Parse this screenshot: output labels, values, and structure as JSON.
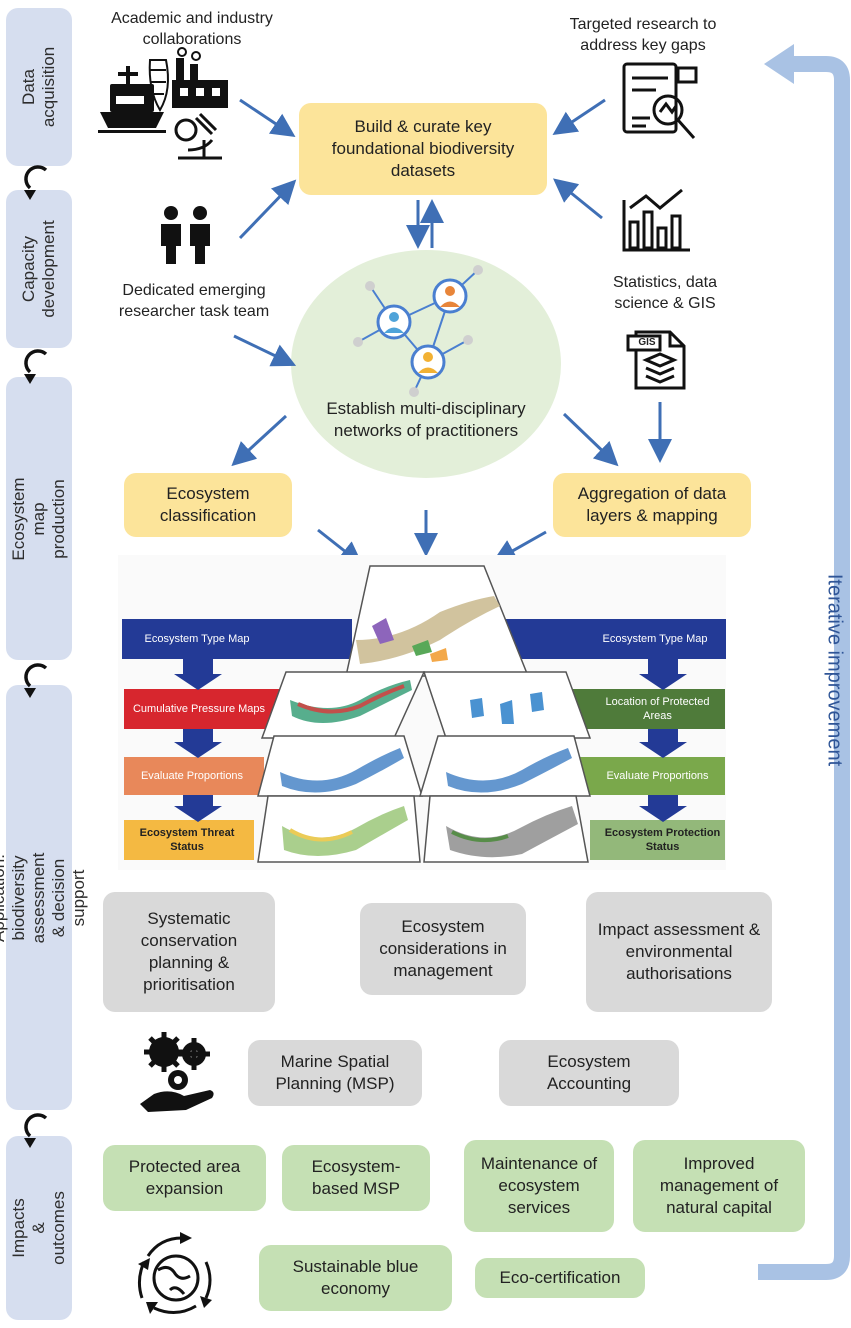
{
  "phases": [
    {
      "id": "data-acquisition",
      "text": "Data\nacquisition"
    },
    {
      "id": "capacity-development",
      "text": "Capacity\ndevelopment"
    },
    {
      "id": "ecosystem-map-production",
      "text": "Ecosystem map\nproduction"
    },
    {
      "id": "application",
      "text": "Application: biodiversity assessment\n& decision support"
    },
    {
      "id": "impacts",
      "text": "Impacts\n& outcomes"
    }
  ],
  "labels": {
    "collaborations": "Academic and industry collaborations",
    "targeted_research": "Targeted research to address key gaps",
    "researcher_team": "Dedicated emerging researcher task team",
    "statistics": "Statistics, data science & GIS",
    "gis_icon_text": "GIS",
    "networks": "Establish multi-disciplinary networks of practitioners",
    "iterative": "Iterative improvement"
  },
  "boxes": {
    "foundational": "Build & curate key foundational biodiversity datasets",
    "classification": "Ecosystem classification",
    "aggregation": "Aggregation of data layers & mapping"
  },
  "map_flow": {
    "left": [
      "Ecosystem Type Map",
      "Cumulative Pressure Maps",
      "Evaluate Proportions",
      "Ecosystem Threat Status"
    ],
    "right": [
      "Ecosystem Type Map",
      "Location of Protected Areas",
      "Evaluate Proportions",
      "Ecosystem Protection Status"
    ],
    "colors": {
      "navy": "#233a96",
      "red": "#d7262e",
      "orange": "#e8885a",
      "gold": "#f4b942",
      "darkgreen": "#4f7b3a",
      "midgreen": "#7aa84b",
      "lightgreen": "#93b87a"
    }
  },
  "applications": {
    "row1": [
      "Systematic conservation planning & prioritisation",
      "Ecosystem considerations in management",
      "Impact assessment & environmental authorisations"
    ],
    "row2": [
      "Marine Spatial Planning (MSP)",
      "Ecosystem Accounting"
    ]
  },
  "impacts": {
    "row1": [
      "Protected area expansion",
      "Ecosystem-based MSP",
      "Maintenance of ecosystem services",
      "Improved management of natural capital"
    ],
    "row2": [
      "Sustainable blue economy",
      "Eco-certification"
    ]
  },
  "icons": [
    "ship-icon",
    "factory-icon",
    "microscope-icon",
    "fishing-net-icon",
    "researchers-icon",
    "report-analysis-icon",
    "bar-chart-icon",
    "gis-file-icon",
    "network-people-icon",
    "gears-hand-icon",
    "globe-cycle-icon",
    "cycle-arrow-icon"
  ],
  "colors": {
    "arrow": "#3f6fb5",
    "phase_bg": "#d6deef",
    "yellow": "#fce49a",
    "grey": "#d9d9d9",
    "green": "#c5e0b4",
    "circle": "#e3efd9",
    "loop": "#a9c2e4"
  }
}
